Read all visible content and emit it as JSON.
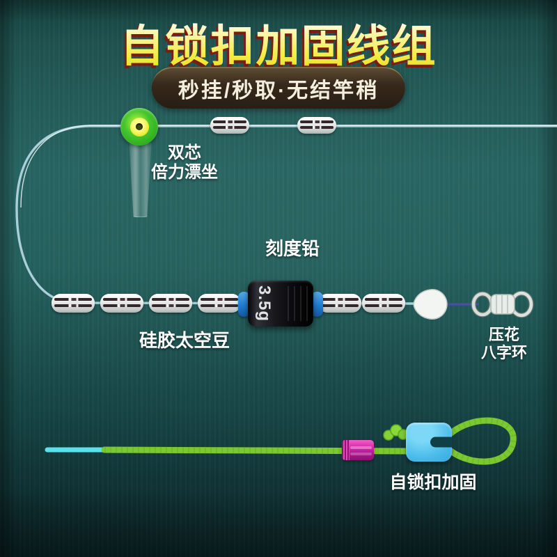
{
  "page": {
    "title": "自锁扣加固线组",
    "badge": "秒挂/秒取·无结竿稍"
  },
  "labels": {
    "float_seat_line1": "双芯",
    "float_seat_line2": "倍力漂坐",
    "scale_lead": "刻度铅",
    "space_beans": "硅胶太空豆",
    "swivel_line1": "压花",
    "swivel_line2": "八字环",
    "self_lock": "自锁扣加固"
  },
  "components": {
    "weight_label": "3.5g"
  },
  "colors": {
    "background_teal": "#23605d",
    "title_yellow": "#f4ec42",
    "title_shadow_red": "#7e180c",
    "badge_brown": "#342618",
    "badge_text": "#f4eedd",
    "main_line_blue": "#cde7ee",
    "hook_line_navy": "#46509e",
    "float_green": "#42c62e",
    "float_yellow": "#ecec3a",
    "bead_white": "#e6eae8",
    "weight_black": "#17171c",
    "cap_blue": "#1f7cd0",
    "cord_green": "#7cc832",
    "tip_cyan": "#5ce0ec",
    "stopper_pink": "#d428a8",
    "buckle_blue": "#49bbea",
    "swivel_silver": "#d3dad6"
  }
}
